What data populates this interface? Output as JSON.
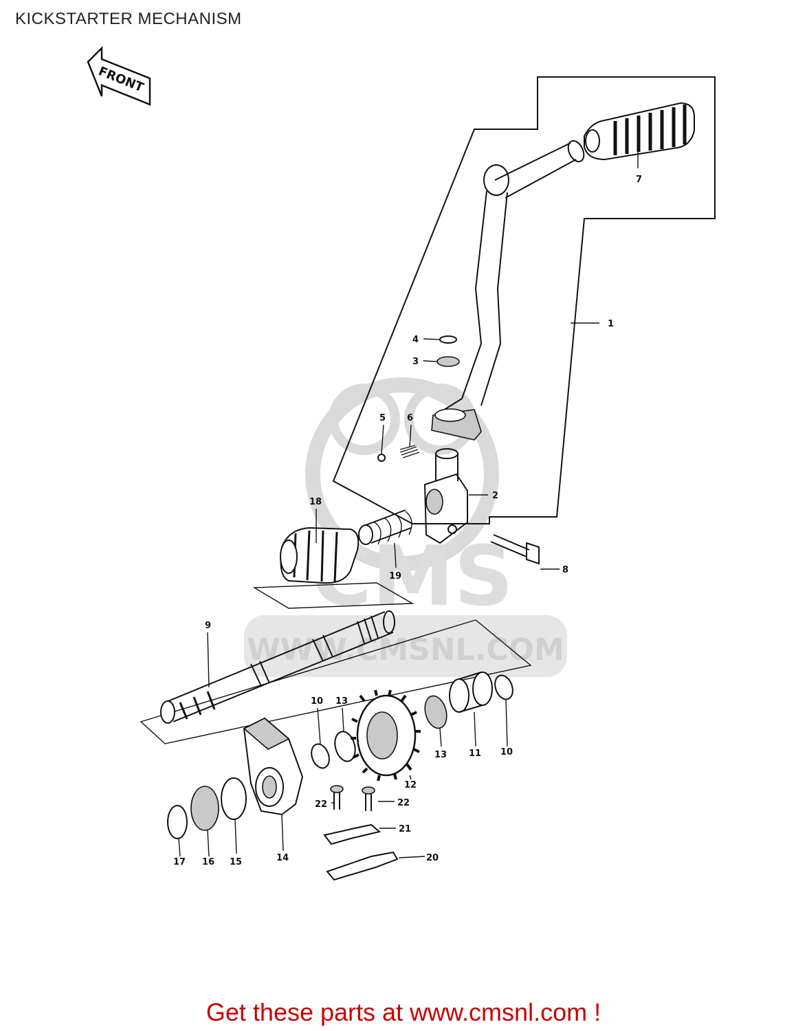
{
  "page": {
    "title": "KICKSTARTER MECHANISM",
    "front_tag": "FRONT",
    "footer_cta": "Get these parts at www.cmsnl.com !",
    "colors": {
      "cta": "#cc0000",
      "ink": "#111111",
      "watermark": "#d4d4d4"
    }
  },
  "watermark": {
    "brand": "CMS",
    "url": "WWW.CMSNL.COM"
  },
  "callouts": {
    "c1": "1",
    "c2": "2",
    "c3": "3",
    "c4": "4",
    "c5": "5",
    "c6": "6",
    "c7": "7",
    "c8": "8",
    "c9": "9",
    "c10a": "10",
    "c10b": "10",
    "c11": "11",
    "c12": "12",
    "c13a": "13",
    "c13b": "13",
    "c14": "14",
    "c15": "15",
    "c16": "16",
    "c17": "17",
    "c18": "18",
    "c19": "19",
    "c20": "20",
    "c21": "21",
    "c22a": "22",
    "c22b": "22"
  }
}
